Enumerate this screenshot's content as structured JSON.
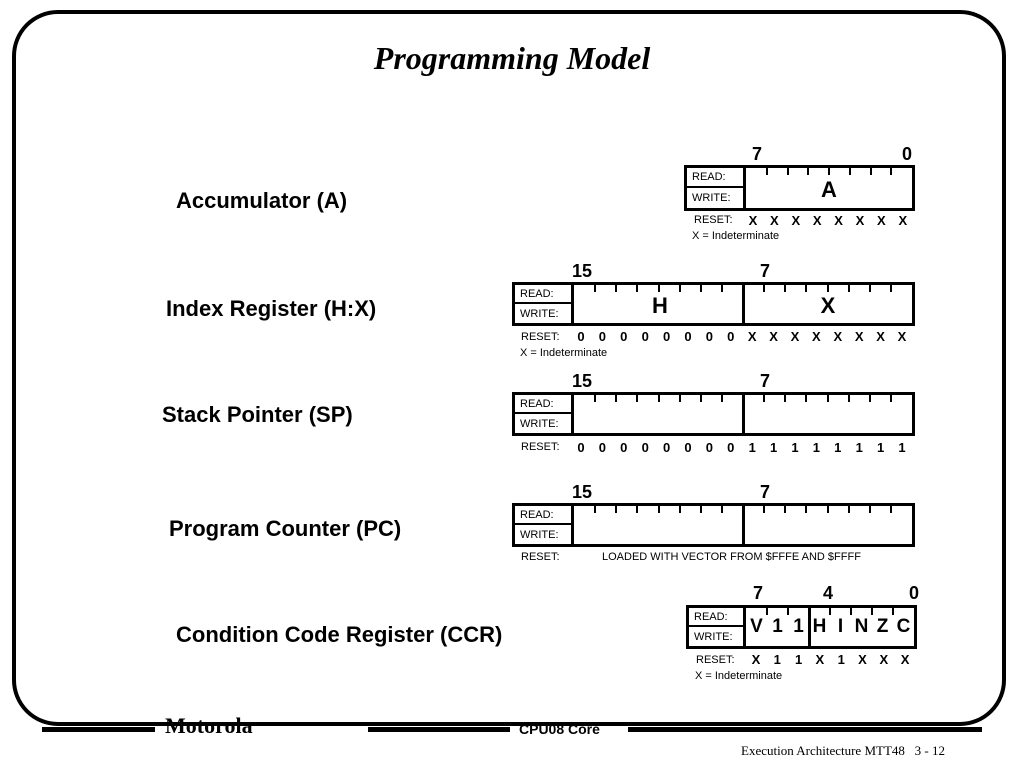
{
  "slide": {
    "title": "Programming Model",
    "footer_left": "Motorola",
    "footer_center": "CPU08 Core",
    "footer_right": "Execution Architecture MTT48",
    "page_number": "3 - 12"
  },
  "labels": {
    "read": "READ:",
    "write": "WRITE:",
    "reset": "RESET:",
    "indeterminate_note": "X = Indeterminate"
  },
  "registers": {
    "accumulator": {
      "label": "Accumulator (A)",
      "bit_numbers": [
        "7",
        "0"
      ],
      "field_names": [
        "A"
      ],
      "reset_values": [
        "X",
        "X",
        "X",
        "X",
        "X",
        "X",
        "X",
        "X"
      ]
    },
    "index": {
      "label": "Index Register (H:X)",
      "bit_numbers": [
        "15",
        "7"
      ],
      "field_names": [
        "H",
        "X"
      ],
      "reset_values": [
        "0",
        "0",
        "0",
        "0",
        "0",
        "0",
        "0",
        "0",
        "X",
        "X",
        "X",
        "X",
        "X",
        "X",
        "X",
        "X"
      ]
    },
    "stack_pointer": {
      "label": "Stack Pointer (SP)",
      "bit_numbers": [
        "15",
        "7"
      ],
      "reset_values": [
        "0",
        "0",
        "0",
        "0",
        "0",
        "0",
        "0",
        "0",
        "1",
        "1",
        "1",
        "1",
        "1",
        "1",
        "1",
        "1"
      ]
    },
    "program_counter": {
      "label": "Program Counter (PC)",
      "bit_numbers": [
        "15",
        "7"
      ],
      "reset_text": "LOADED WITH VECTOR FROM $FFFE AND $FFFF"
    },
    "ccr": {
      "label": "Condition Code Register (CCR)",
      "bit_numbers": [
        "7",
        "4",
        "0"
      ],
      "flags": [
        "V",
        "1",
        "1",
        "H",
        "I",
        "N",
        "Z",
        "C"
      ],
      "reset_values": [
        "X",
        "1",
        "1",
        "X",
        "1",
        "X",
        "X",
        "X"
      ]
    }
  }
}
